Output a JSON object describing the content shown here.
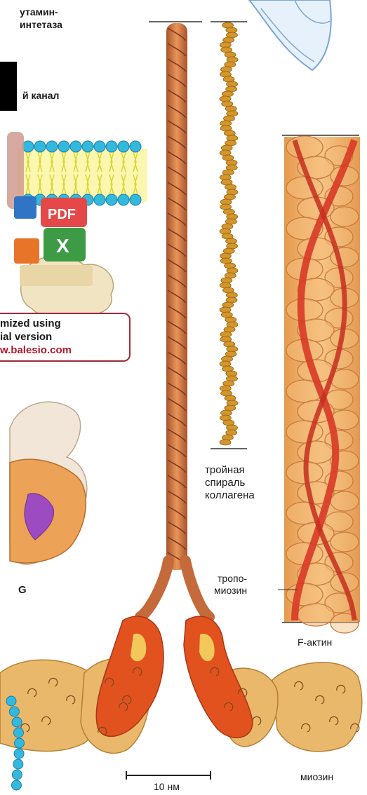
{
  "labels": {
    "glutamine_line1": "утамин-",
    "glutamine_line2": "интетаза",
    "channel": "й канал",
    "protein_g_partial": "G",
    "collagen_line1": "тройная",
    "collagen_line2": "спираль",
    "collagen_line3": "коллагена",
    "tropomyosin_line1": "тропо-",
    "tropomyosin_line2": "миозин",
    "f_actin": "F-актин",
    "myosin": "миозин",
    "scale_bar": "10 нм"
  },
  "watermark": {
    "line1": "mized using",
    "line2": "ial version",
    "line3": "w.balesio.com",
    "icons": [
      "pdf-icon",
      "excel-icon",
      "word-icon"
    ],
    "badge_text": "PDF",
    "excel_letter": "X"
  },
  "colors": {
    "membrane_heads": "#34b9de",
    "membrane_tails": "#e4e23a",
    "myosin_tail": "#c96a38",
    "myosin_head": "#e2521e",
    "myosin_body": "#eab86a",
    "collagen": "#d4962a",
    "actin": "#f3b46c",
    "tropomyosin": "#d83a26",
    "watermark_border": "#a32a3c"
  }
}
